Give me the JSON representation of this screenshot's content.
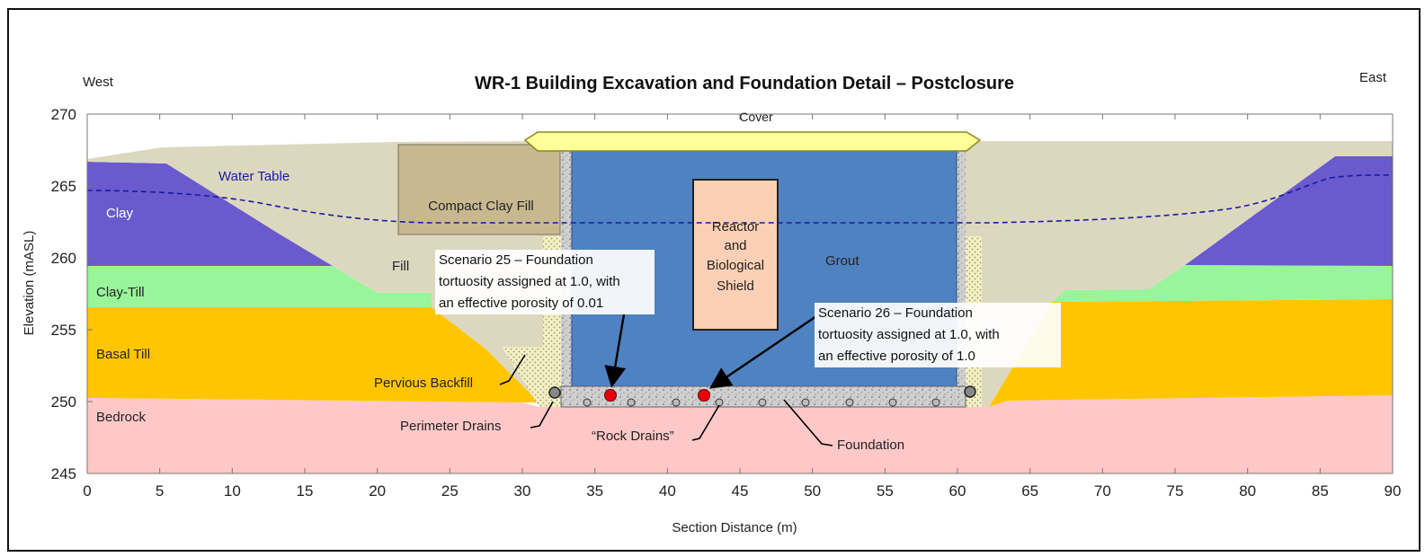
{
  "title": "WR-1 Building Excavation and Foundation Detail – Postclosure",
  "orientation": {
    "west": "West",
    "east": "East"
  },
  "axes": {
    "xlabel": "Section Distance (m)",
    "ylabel": "Elevation (mASL)",
    "xlim": [
      0,
      90
    ],
    "ylim": [
      245,
      270
    ],
    "x_ticks": [
      "0",
      "5",
      "10",
      "15",
      "20",
      "25",
      "30",
      "35",
      "40",
      "45",
      "50",
      "55",
      "60",
      "65",
      "70",
      "75",
      "80",
      "85",
      "90"
    ],
    "y_ticks": [
      "245",
      "250",
      "255",
      "260",
      "265",
      "270"
    ]
  },
  "labels": {
    "cover": "Cover",
    "water_table": "Water Table",
    "clay": "Clay",
    "clay_till": "Clay-Till",
    "basal_till": "Basal Till",
    "bedrock": "Bedrock",
    "fill": "Fill",
    "compact_clay_fill": "Compact Clay Fill",
    "grout": "Grout",
    "reactor_l1": "Reactor",
    "reactor_l2": "and",
    "reactor_l3": "Biological",
    "reactor_l4": "Shield",
    "pervious_backfill": "Pervious Backfill",
    "perimeter_drains": "Perimeter Drains",
    "rock_drains": "“Rock Drains”",
    "foundation": "Foundation"
  },
  "scenarios": [
    {
      "lines": [
        "Scenario 25 – Foundation",
        "tortuosity assigned at 1.0, with",
        "an effective porosity of 0.01"
      ]
    },
    {
      "lines": [
        "Scenario 26 – Foundation",
        "tortuosity assigned at 1.0, with",
        "an effective porosity of 1.0"
      ]
    }
  ],
  "colors": {
    "clay": "#6a5acd",
    "clay_till": "#98f59a",
    "basal_till": "#ffc600",
    "bedrock": "#ffc8c8",
    "fill": "#dcd8c0",
    "compact_clay_fill": "#c8b890",
    "grout": "#4f82c0",
    "reactor": "#fcd0b4",
    "cover": "#ffff99",
    "foundation": "#c8c8c8",
    "water_table": "#1a1aa0",
    "scenario_marker": "#e8000b"
  }
}
